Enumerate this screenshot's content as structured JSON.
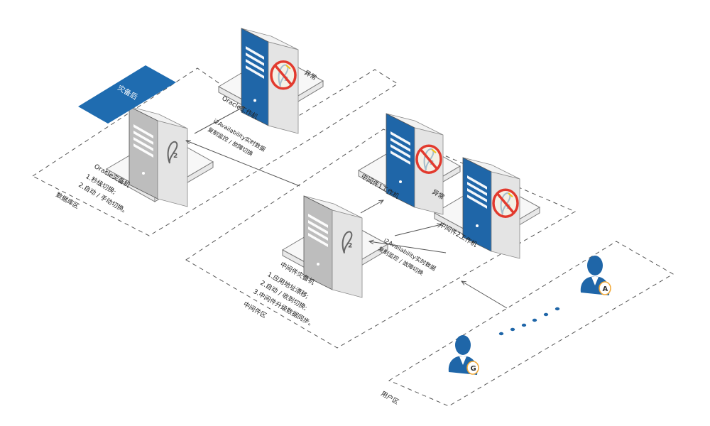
{
  "zones": {
    "database": "数据库区",
    "middleware": "中间件区",
    "users": "用户区"
  },
  "banner": "灾备后",
  "servers": {
    "oracle_work": "Oracle工作机",
    "oracle_backup": "Oracle灾备机",
    "mw1": "中间件1工作机",
    "mw2": "中间件2工作机",
    "mw_backup": "中间件灾备机"
  },
  "oracle_backup_notes": [
    "1.秒级切换;",
    "2.自动 / 手动切换。"
  ],
  "mw_backup_notes": [
    "1.应用地址漂移;",
    "2.自动 / 收到切换;",
    "3.中间件升级数据同步。"
  ],
  "abnormal": "异常",
  "replication": {
    "line1": "i2Availability实时数据",
    "line2": "复制监控 / 故障切换"
  },
  "users": {
    "left_badge": "G",
    "right_badge": "A"
  },
  "colors": {
    "server_blue": "#1f66a8",
    "server_grey": "#bdbdbd",
    "banner_blue": "#1f6cb0",
    "fail_red": "#e23a2e"
  }
}
